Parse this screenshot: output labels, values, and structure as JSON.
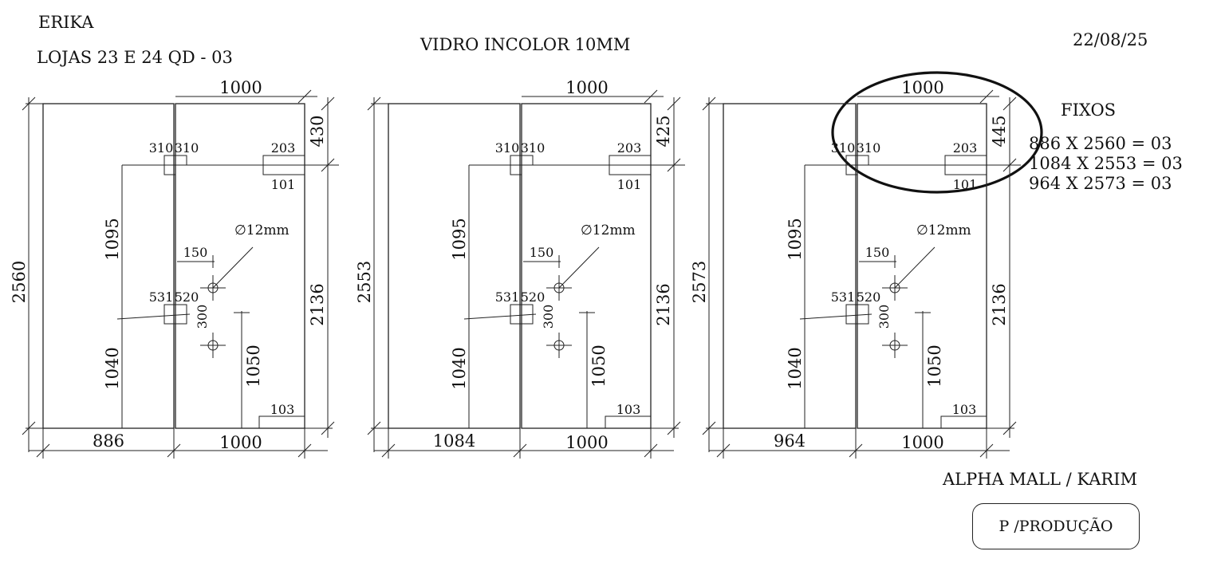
{
  "header": {
    "client": "ERIKA",
    "location": "LOJAS  23 E 24  QD - 03",
    "material": "VIDRO INCOLOR 10MM",
    "date": "22/08/25"
  },
  "fixos": {
    "title": "FIXOS",
    "lines": [
      "886 X 2560 = 03",
      "1084 X 2553 = 03",
      "964 X 2573 = 03"
    ]
  },
  "footer": {
    "project": "ALPHA MALL / KARIM",
    "status": "P /PRODUÇÃO"
  },
  "panels": [
    {
      "left_width": "886",
      "door_width": "1000",
      "top_width": "1000",
      "total_height": "2560",
      "door_height": "2136",
      "top_gap": "430",
      "upper_left_height": "1095",
      "lower_left_height": "1040",
      "handle_height": "1050",
      "hinge_top": [
        "310",
        "310"
      ],
      "hinge_mid": [
        "531",
        "520"
      ],
      "lock_top": [
        "203",
        "101"
      ],
      "bottom_lock": "103",
      "handle_offset": "150",
      "handle_spacing": "300",
      "hole": "∅12mm"
    },
    {
      "left_width": "1084",
      "door_width": "1000",
      "top_width": "1000",
      "total_height": "2553",
      "door_height": "2136",
      "top_gap": "425",
      "upper_left_height": "1095",
      "lower_left_height": "1040",
      "handle_height": "1050",
      "hinge_top": [
        "310",
        "310"
      ],
      "hinge_mid": [
        "531",
        "520"
      ],
      "lock_top": [
        "203",
        "101"
      ],
      "bottom_lock": "103",
      "handle_offset": "150",
      "handle_spacing": "300",
      "hole": "∅12mm"
    },
    {
      "left_width": "964",
      "door_width": "1000",
      "top_width": "1000",
      "total_height": "2573",
      "door_height": "2136",
      "top_gap": "445",
      "upper_left_height": "1095",
      "lower_left_height": "1040",
      "handle_height": "1050",
      "hinge_top": [
        "310",
        "310"
      ],
      "hinge_mid": [
        "531",
        "520"
      ],
      "lock_top": [
        "203",
        "101"
      ],
      "bottom_lock": "103",
      "handle_offset": "150",
      "handle_spacing": "300",
      "hole": "∅12mm"
    }
  ]
}
